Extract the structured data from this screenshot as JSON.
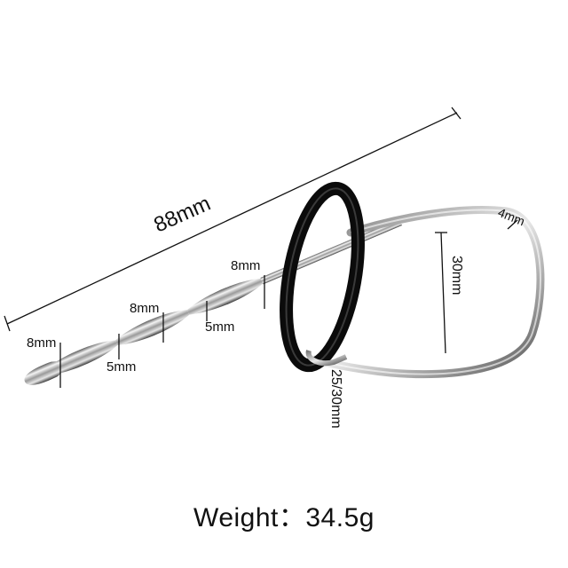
{
  "product_image": {
    "description_free": true,
    "dimensions": {
      "overall_length": "88mm",
      "bead_diameter_1": "8mm",
      "bead_diameter_2": "8mm",
      "bead_diameter_3": "8mm",
      "neck_diameter_1": "5mm",
      "neck_diameter_2": "5mm",
      "loop_height": "30mm",
      "wire_thickness": "4mm",
      "ring_size": "25/30mm"
    },
    "weight_label": "Weight：",
    "weight_value": "34.5g"
  }
}
